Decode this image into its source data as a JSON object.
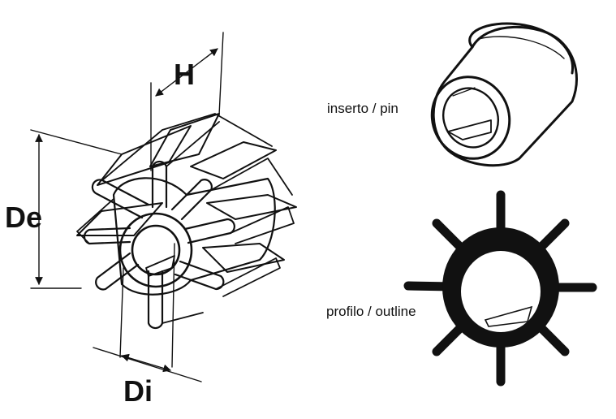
{
  "labels": {
    "height": "H",
    "outer_diameter": "De",
    "inner_diameter": "Di",
    "insert_caption": "inserto / pin",
    "profile_caption": "profilo / outline"
  },
  "impeller": {
    "blade_count": 8
  },
  "colors": {
    "ink": "#111111",
    "background": "#ffffff",
    "stipple": "#2a2a2a"
  }
}
